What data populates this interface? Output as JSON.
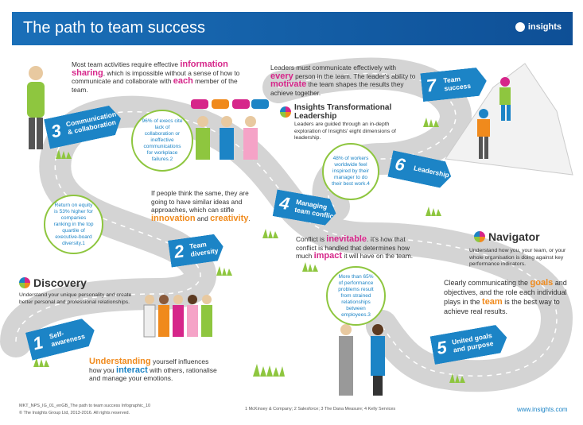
{
  "header": {
    "title": "The path to team success",
    "logo_text": "insights"
  },
  "steps": [
    {
      "num": "1",
      "label": "Self-\nawareness"
    },
    {
      "num": "2",
      "label": "Team\ndiversity"
    },
    {
      "num": "3",
      "label": "Communication\n& collaboration"
    },
    {
      "num": "4",
      "label": "Managing\nteam conflict"
    },
    {
      "num": "5",
      "label": "United goals\nand purpose"
    },
    {
      "num": "6",
      "label": "Leadership"
    },
    {
      "num": "7",
      "label": "Team\nsuccess"
    }
  ],
  "text_blocks": {
    "info_sharing": {
      "pre": "Most team activities require effective ",
      "hl1": "information sharing",
      "mid": ", which is impossible without a sense of how to communicate and collaborate with ",
      "hl2": "each",
      "post": " member of the team."
    },
    "leaders": {
      "pre": "Leaders must communicate effectively with ",
      "hl1": "every",
      "mid": " person in the team. The leader's ability to ",
      "hl2": "motivate",
      "post": " the team shapes the results they achieve together."
    },
    "think_same": {
      "pre": "If people think the same, they are going to have similar ideas and approaches, which can stifle ",
      "hl1": "innovation",
      "mid": " and ",
      "hl2": "creativity",
      "post": "."
    },
    "conflict": {
      "pre": "Conflict is ",
      "hl1": "inevitable",
      "mid": ". It's how that conflict is handled that determines how much ",
      "hl2": "impact",
      "post": " it will have on the team."
    },
    "goals": {
      "pre": "Clearly communicating the ",
      "hl1": "goals",
      "mid": " and objectives, and the role each individual plays in the ",
      "hl2": "team",
      "post": " is the best way to achieve real results."
    },
    "understanding": {
      "hl1": "Understanding",
      "pre": " yourself influences how you ",
      "hl2": "interact",
      "post": " with others, rationalise and manage your emotions."
    }
  },
  "bubbles": {
    "execs": "96% of execs cite lack of collaboration or ineffective communications for workplace failures.2",
    "equity": "Return on equity is 53% higher for companies ranking in the top quartile of executive-board diversity.1",
    "workers": "48% of workers worldwide feel inspired by their manager to do their best work.4",
    "performance": "More than 65% of performance problems result from strained relationships between employees.3"
  },
  "brands": {
    "itl": {
      "name": "Insights Transformational Leadership",
      "desc": "Leaders are guided through an in-depth exploration of Insights' eight dimensions of leadership."
    },
    "navigator": {
      "name": "Navigator",
      "desc": "Understand how you, your team, or your whole organisation is doing against key performance indicators."
    },
    "discovery": {
      "name": "Discovery",
      "desc": "Understand your unique personality and create better personal and professional relationships."
    }
  },
  "footer": {
    "code": "MKT_NPS_IG_01_enGB_The path to team success Infographic_10",
    "copyright": "© The Insights Group Ltd, 2013-2016. All rights reserved.",
    "sources": "1 McKinsey & Company; 2 Salesforce; 3 The Dana Measure; 4 Kelly Services",
    "url": "www.insights.com"
  },
  "colors": {
    "blue": "#1c84c6",
    "pink": "#d6268a",
    "orange": "#f08a1c",
    "green": "#8ec63f",
    "road": "#d4d4d4"
  }
}
